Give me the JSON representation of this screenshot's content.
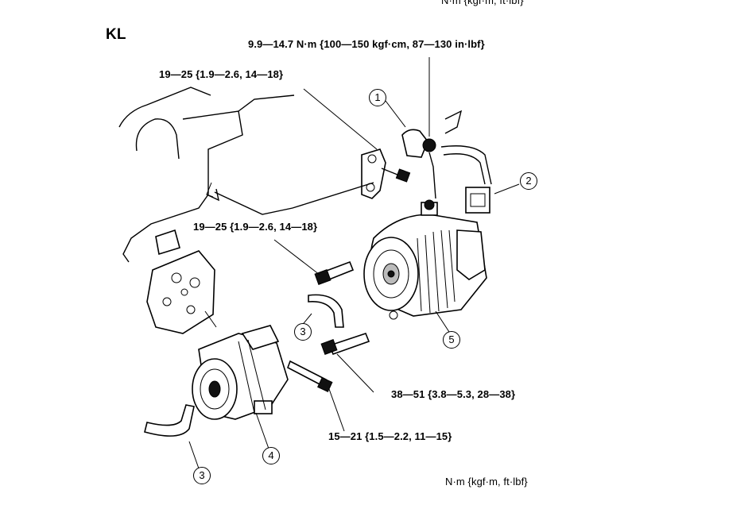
{
  "header": {
    "unit_note_top": "N·m {kgf·m, ft·lbf}",
    "engine_code": "KL"
  },
  "torques": {
    "t_top": "9.9—14.7 N·m {100—150 kgf·cm, 87—130 in·lbf}",
    "t_bracket": "19—25 {1.9—2.6, 14—18}",
    "t_bolt_mid": "19—25 {1.9—2.6, 14—18}",
    "t_bolt_alt": "38—51 {3.8—5.3, 28—38}",
    "t_bolt_comp": "15—21 {1.5—2.2, 11—15}"
  },
  "callouts": [
    "1",
    "2",
    "3",
    "3",
    "4",
    "5"
  ],
  "footer": {
    "unit_note": "N·m {kgf·m, ft·lbf}"
  }
}
